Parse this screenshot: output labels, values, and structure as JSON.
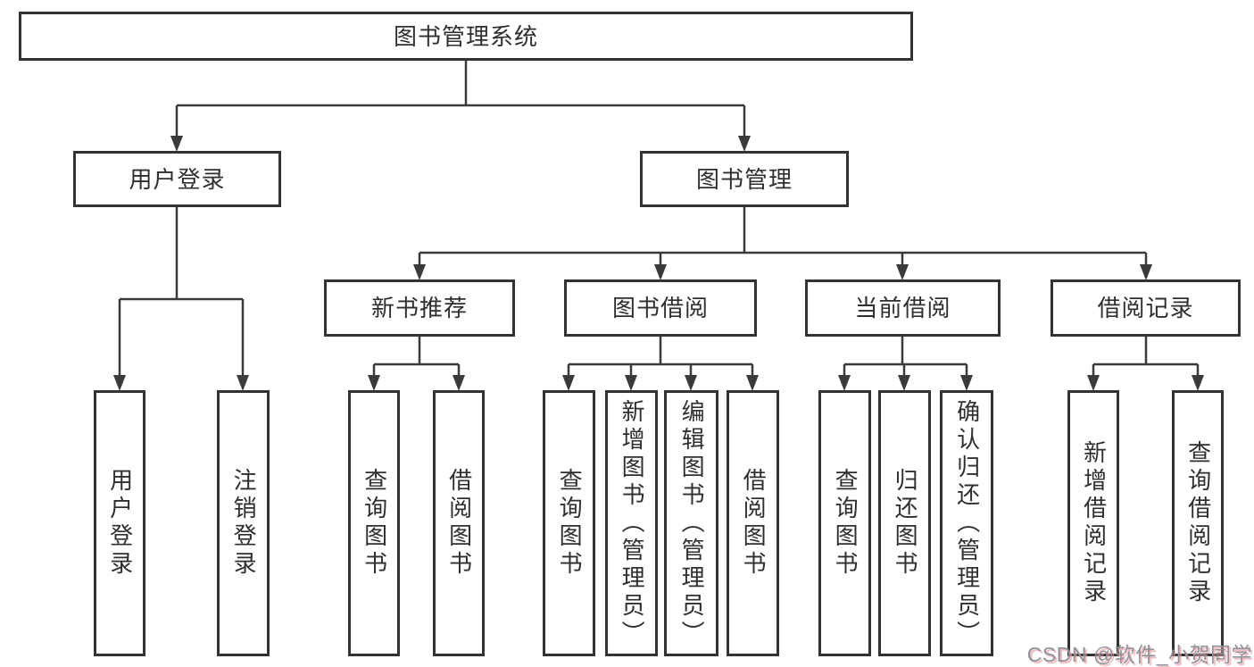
{
  "diagram": {
    "root": {
      "label": "图书管理系统"
    },
    "level2": [
      {
        "id": "user-login",
        "label": "用户登录"
      },
      {
        "id": "book-management",
        "label": "图书管理"
      }
    ],
    "level3": [
      {
        "id": "new-book-recommend",
        "parent": "图书管理",
        "label": "新书推荐"
      },
      {
        "id": "book-borrow",
        "parent": "图书管理",
        "label": "图书借阅"
      },
      {
        "id": "current-borrow",
        "parent": "图书管理",
        "label": "当前借阅"
      },
      {
        "id": "borrow-records",
        "parent": "图书管理",
        "label": "借阅记录"
      }
    ],
    "level4": [
      {
        "parent": "用户登录",
        "label": "用户登录"
      },
      {
        "parent": "用户登录",
        "label": "注销登录"
      },
      {
        "parent": "新书推荐",
        "label": "查询图书"
      },
      {
        "parent": "新书推荐",
        "label": "借阅图书"
      },
      {
        "parent": "图书借阅",
        "label": "查询图书"
      },
      {
        "parent": "图书借阅",
        "label": "新增图书（管理员）"
      },
      {
        "parent": "图书借阅",
        "label": "编辑图书（管理员）"
      },
      {
        "parent": "图书借阅",
        "label": "借阅图书"
      },
      {
        "parent": "当前借阅",
        "label": "查询图书"
      },
      {
        "parent": "当前借阅",
        "label": "归还图书"
      },
      {
        "parent": "当前借阅",
        "label": "确认归还（管理员）"
      },
      {
        "parent": "借阅记录",
        "label": "新增借阅记录"
      },
      {
        "parent": "借阅记录",
        "label": "查询借阅记录"
      }
    ]
  },
  "watermark": {
    "text": "CSDN @软件_小贺同学"
  },
  "colors": {
    "line": "#3a3a3a",
    "border": "#333333",
    "text": "#2f2f2f",
    "background": "#ffffff",
    "watermark_gray": "#8e929b",
    "watermark_pink": "#ebaf9b"
  }
}
